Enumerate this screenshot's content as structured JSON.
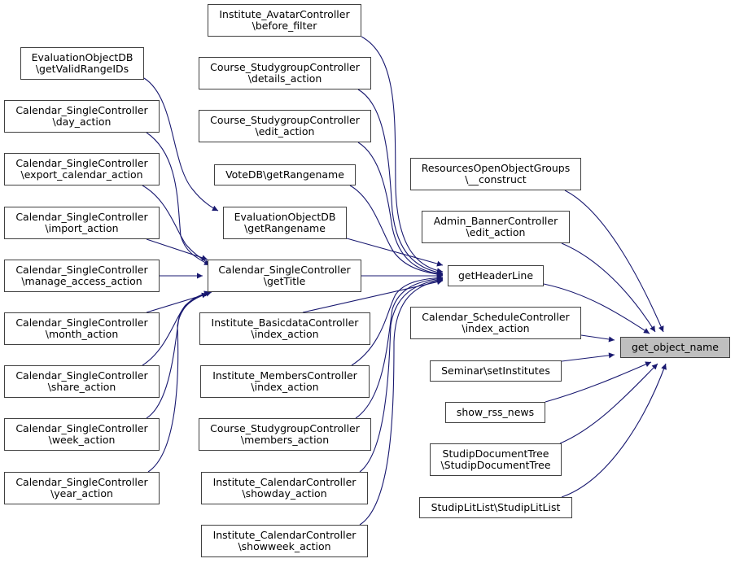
{
  "diagram": {
    "type": "doxygen-caller-graph",
    "edge_color": "#191970",
    "target_fill": "#bfbfbf",
    "target": {
      "id": "get_object_name",
      "lines": [
        "get_object_name"
      ]
    },
    "nodes": [
      {
        "id": "eval_getValidRangeIDs",
        "lines": [
          "EvaluationObjectDB",
          "\\getValidRangeIDs"
        ]
      },
      {
        "id": "cal_day_action",
        "lines": [
          "Calendar_SingleController",
          "\\day_action"
        ]
      },
      {
        "id": "cal_export_calendar_action",
        "lines": [
          "Calendar_SingleController",
          "\\export_calendar_action"
        ]
      },
      {
        "id": "cal_import_action",
        "lines": [
          "Calendar_SingleController",
          "\\import_action"
        ]
      },
      {
        "id": "cal_manage_access_action",
        "lines": [
          "Calendar_SingleController",
          "\\manage_access_action"
        ]
      },
      {
        "id": "cal_month_action",
        "lines": [
          "Calendar_SingleController",
          "\\month_action"
        ]
      },
      {
        "id": "cal_share_action",
        "lines": [
          "Calendar_SingleController",
          "\\share_action"
        ]
      },
      {
        "id": "cal_week_action",
        "lines": [
          "Calendar_SingleController",
          "\\week_action"
        ]
      },
      {
        "id": "cal_year_action",
        "lines": [
          "Calendar_SingleController",
          "\\year_action"
        ]
      },
      {
        "id": "inst_avatar_before_filter",
        "lines": [
          "Institute_AvatarController",
          "\\before_filter"
        ]
      },
      {
        "id": "sg_details_action",
        "lines": [
          "Course_StudygroupController",
          "\\details_action"
        ]
      },
      {
        "id": "sg_edit_action",
        "lines": [
          "Course_StudygroupController",
          "\\edit_action"
        ]
      },
      {
        "id": "votedb_getRangename",
        "lines": [
          "VoteDB\\getRangename"
        ]
      },
      {
        "id": "eval_getRangename",
        "lines": [
          "EvaluationObjectDB",
          "\\getRangename"
        ]
      },
      {
        "id": "cal_getTitle",
        "lines": [
          "Calendar_SingleController",
          "\\getTitle"
        ]
      },
      {
        "id": "inst_basicdata_index",
        "lines": [
          "Institute_BasicdataController",
          "\\index_action"
        ]
      },
      {
        "id": "inst_members_index",
        "lines": [
          "Institute_MembersController",
          "\\index_action"
        ]
      },
      {
        "id": "sg_members_action",
        "lines": [
          "Course_StudygroupController",
          "\\members_action"
        ]
      },
      {
        "id": "inst_cal_showday",
        "lines": [
          "Institute_CalendarController",
          "\\showday_action"
        ]
      },
      {
        "id": "inst_cal_showweek",
        "lines": [
          "Institute_CalendarController",
          "\\showweek_action"
        ]
      },
      {
        "id": "res_open_construct",
        "lines": [
          "ResourcesOpenObjectGroups",
          "\\__construct"
        ]
      },
      {
        "id": "admin_banner_edit",
        "lines": [
          "Admin_BannerController",
          "\\edit_action"
        ]
      },
      {
        "id": "getHeaderLine",
        "lines": [
          "getHeaderLine"
        ]
      },
      {
        "id": "cal_schedule_index",
        "lines": [
          "Calendar_ScheduleController",
          "\\index_action"
        ]
      },
      {
        "id": "seminar_setInstitutes",
        "lines": [
          "Seminar\\setInstitutes"
        ]
      },
      {
        "id": "show_rss_news",
        "lines": [
          "show_rss_news"
        ]
      },
      {
        "id": "studip_doc_tree",
        "lines": [
          "StudipDocumentTree",
          "\\StudipDocumentTree"
        ]
      },
      {
        "id": "studip_lit_list",
        "lines": [
          "StudipLitList\\StudipLitList"
        ]
      }
    ],
    "edges": [
      {
        "from": "eval_getValidRangeIDs",
        "to": "eval_getRangename"
      },
      {
        "from": "cal_day_action",
        "to": "cal_getTitle"
      },
      {
        "from": "cal_export_calendar_action",
        "to": "cal_getTitle"
      },
      {
        "from": "cal_import_action",
        "to": "cal_getTitle"
      },
      {
        "from": "cal_manage_access_action",
        "to": "cal_getTitle"
      },
      {
        "from": "cal_month_action",
        "to": "cal_getTitle"
      },
      {
        "from": "cal_share_action",
        "to": "cal_getTitle"
      },
      {
        "from": "cal_week_action",
        "to": "cal_getTitle"
      },
      {
        "from": "cal_year_action",
        "to": "cal_getTitle"
      },
      {
        "from": "inst_avatar_before_filter",
        "to": "getHeaderLine"
      },
      {
        "from": "sg_details_action",
        "to": "getHeaderLine"
      },
      {
        "from": "sg_edit_action",
        "to": "getHeaderLine"
      },
      {
        "from": "votedb_getRangename",
        "to": "getHeaderLine"
      },
      {
        "from": "eval_getRangename",
        "to": "getHeaderLine"
      },
      {
        "from": "cal_getTitle",
        "to": "getHeaderLine"
      },
      {
        "from": "inst_basicdata_index",
        "to": "getHeaderLine"
      },
      {
        "from": "inst_members_index",
        "to": "getHeaderLine"
      },
      {
        "from": "sg_members_action",
        "to": "getHeaderLine"
      },
      {
        "from": "inst_cal_showday",
        "to": "getHeaderLine"
      },
      {
        "from": "inst_cal_showweek",
        "to": "getHeaderLine"
      },
      {
        "from": "res_open_construct",
        "to": "get_object_name"
      },
      {
        "from": "admin_banner_edit",
        "to": "get_object_name"
      },
      {
        "from": "getHeaderLine",
        "to": "get_object_name"
      },
      {
        "from": "cal_schedule_index",
        "to": "get_object_name"
      },
      {
        "from": "seminar_setInstitutes",
        "to": "get_object_name"
      },
      {
        "from": "show_rss_news",
        "to": "get_object_name"
      },
      {
        "from": "studip_doc_tree",
        "to": "get_object_name"
      },
      {
        "from": "studip_lit_list",
        "to": "get_object_name"
      }
    ]
  }
}
